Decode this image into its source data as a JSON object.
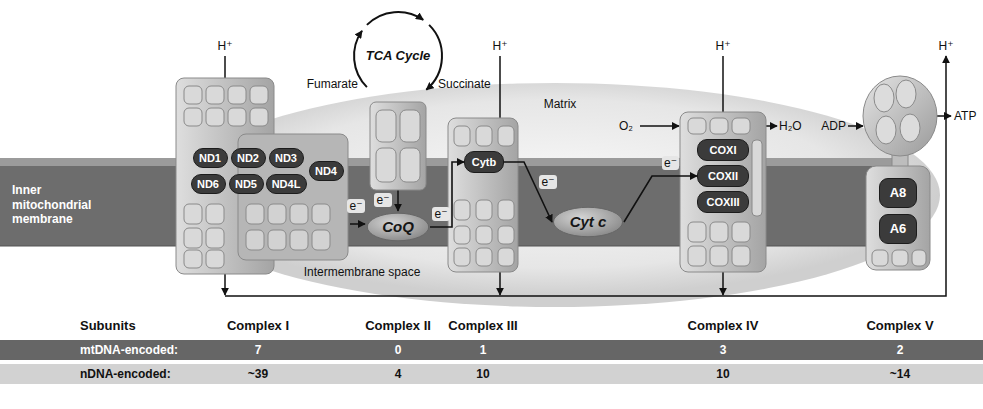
{
  "diagram": {
    "nodes": [
      {
        "text": [
          "ND1"
        ]
      },
      {
        "text": [
          "ND2"
        ]
      },
      {
        "text": [
          "ND3"
        ]
      },
      {
        "text": [
          "ND6"
        ]
      },
      {
        "text": [
          "ND5"
        ]
      },
      {
        "text": [
          "ND4L"
        ]
      },
      {
        "text": [
          "ND4"
        ]
      },
      {
        "text": [
          "CoQ"
        ]
      },
      {
        "text": [
          "Cytb"
        ]
      },
      {
        "text": [
          "Cyt c"
        ]
      },
      {
        "text": [
          "COXI"
        ]
      },
      {
        "text": [
          "COXII"
        ]
      },
      {
        "text": [
          "COXIII"
        ]
      },
      {
        "text": [
          "A8"
        ]
      },
      {
        "text": [
          "A6"
        ]
      }
    ],
    "edges": [
      {
        "from": 7,
        "to": 8,
        "arrow": "to",
        "label": "e⁻"
      },
      {
        "from": 8,
        "to": 9,
        "arrow": "to",
        "label": "e⁻"
      },
      {
        "from": 9,
        "to": 11,
        "arrow": "to",
        "label": "e⁻"
      }
    ],
    "labels": [
      "Fumarate",
      "TCA Cycle",
      "Succinate",
      "H⁺",
      "H⁺",
      "Matrix",
      "H⁺",
      "H⁺",
      "O₂",
      "H₂O",
      "ADP",
      "ATP",
      "Inner mitochondrial membrane",
      "e⁻",
      "e⁻",
      "Intermembrane space",
      "Subunits",
      "Complex I",
      "Complex II",
      "Complex III",
      "Complex IV",
      "Complex V",
      "mtDNA-encoded:",
      "7",
      "0",
      "1",
      "3",
      "2",
      "nDNA-encoded:",
      "~39",
      "4",
      "10",
      "10",
      "~14"
    ]
  }
}
